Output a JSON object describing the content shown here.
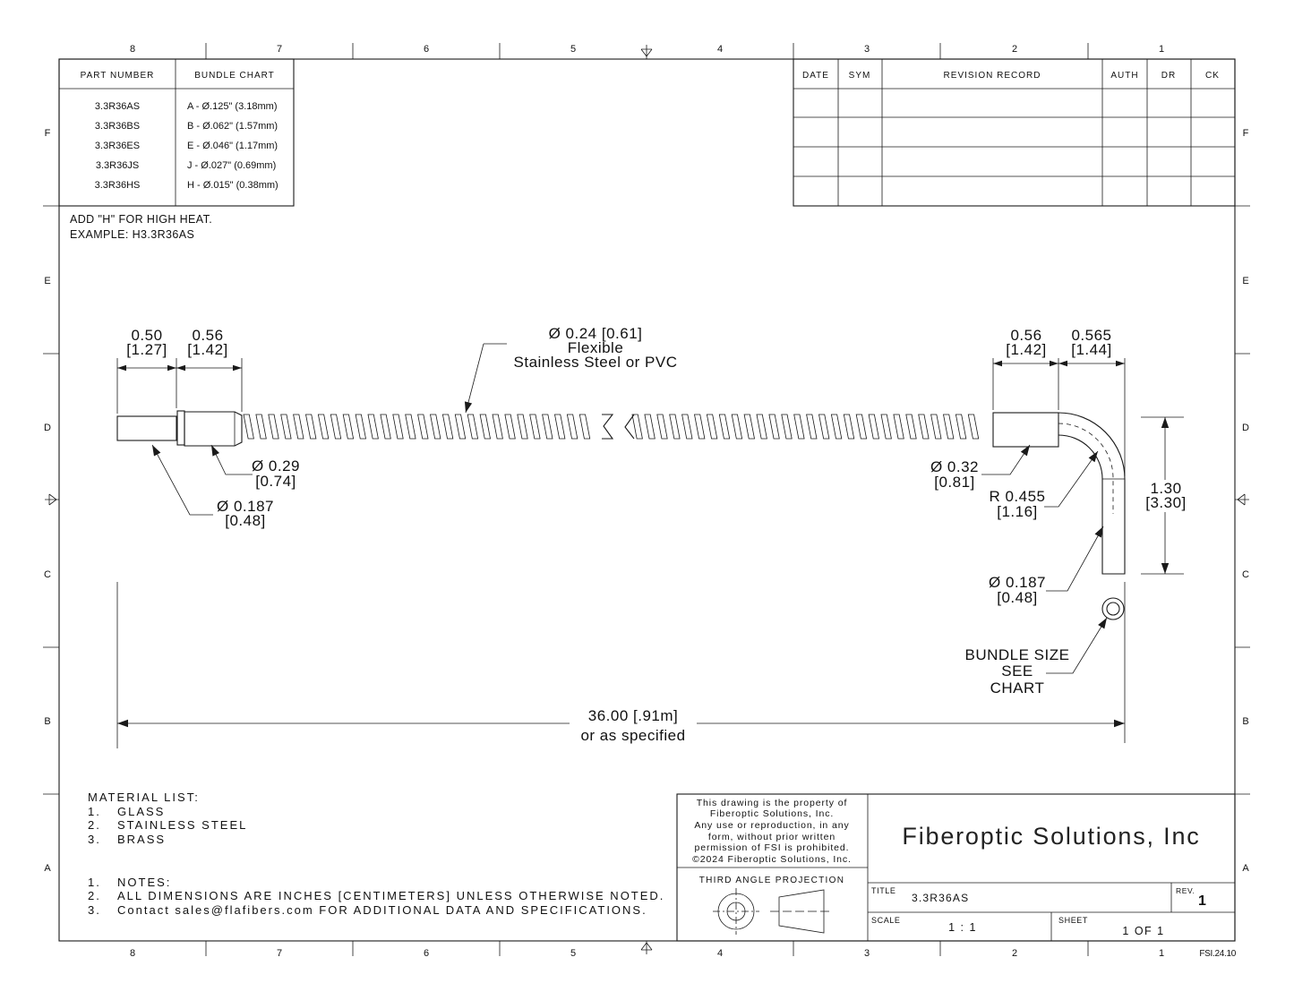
{
  "zone_columns": [
    "8",
    "7",
    "6",
    "5",
    "4",
    "3",
    "2",
    "1"
  ],
  "zone_rows": [
    "F",
    "E",
    "D",
    "C",
    "B",
    "A"
  ],
  "part_table": {
    "headers": [
      "PART NUMBER",
      "BUNDLE CHART"
    ],
    "rows": [
      [
        "3.3R36AS",
        "A - Ø.125\" (3.18mm)"
      ],
      [
        "3.3R36BS",
        "B - Ø.062\" (1.57mm)"
      ],
      [
        "3.3R36ES",
        "E - Ø.046\" (1.17mm)"
      ],
      [
        "3.3R36JS",
        "J  - Ø.027\" (0.69mm)"
      ],
      [
        "3.3R36HS",
        "H - Ø.015\" (0.38mm)"
      ]
    ]
  },
  "revision_table": {
    "headers": [
      "DATE",
      "SYM",
      "REVISION RECORD",
      "AUTH",
      "DR",
      "CK"
    ],
    "blank_rows": 4
  },
  "high_heat_note": [
    "ADD \"H\" FOR HIGH HEAT.",
    "EXAMPLE: H3.3R36AS"
  ],
  "dimensions": {
    "tip_len": [
      "0.50",
      "[1.27]"
    ],
    "ferrule_len": [
      "0.56",
      "[1.42]"
    ],
    "sheath": [
      "Ø 0.24 [0.61]",
      "Flexible",
      "Stainless Steel or PVC"
    ],
    "ferrule_dia": [
      "Ø 0.29",
      "[0.74]"
    ],
    "tip_dia": [
      "Ø 0.187",
      "[0.48]"
    ],
    "end_ferrule_len": [
      "0.56",
      "[1.42]"
    ],
    "bend_len": [
      "0.565",
      "[1.44]"
    ],
    "end_ferrule_dia": [
      "Ø 0.32",
      "[0.81]"
    ],
    "bend_radius": [
      "R 0.455",
      "[1.16]"
    ],
    "height": [
      "1.30",
      "[3.30]"
    ],
    "end_tip_dia": [
      "Ø 0.187",
      "[0.48]"
    ],
    "bundle_size": [
      "BUNDLE SIZE",
      "SEE",
      "CHART"
    ],
    "overall": [
      "36.00 [.91m]",
      "or as specified"
    ]
  },
  "material_list": {
    "title": "MATERIAL LIST:",
    "items": [
      [
        "1.",
        "GLASS"
      ],
      [
        "2.",
        "STAINLESS STEEL"
      ],
      [
        "3.",
        "BRASS"
      ]
    ]
  },
  "notes": [
    [
      "1.",
      "NOTES:"
    ],
    [
      "2.",
      "ALL DIMENSIONS ARE INCHES [CENTIMETERS] UNLESS OTHERWISE NOTED."
    ],
    [
      "3.",
      "Contact sales@flafibers.com FOR ADDITIONAL DATA AND SPECIFICATIONS."
    ]
  ],
  "property_notice": [
    "This drawing is the property of",
    "Fiberoptic Solutions, Inc.",
    "Any use or reproduction, in any",
    "form, without prior written",
    "permission of FSI is prohibited.",
    "©2024 Fiberoptic Solutions, Inc."
  ],
  "projection_label": "THIRD ANGLE PROJECTION",
  "company_name": "Fiberoptic Solutions, Inc",
  "title_block": {
    "title_label": "TITLE",
    "title_value": "3.3R36AS",
    "rev_label": "REV.",
    "rev_value": "1",
    "scale_label": "SCALE",
    "scale_value": "1 : 1",
    "sheet_label": "SHEET",
    "sheet_value": "1  OF 1"
  },
  "drawing_code": "FSI.24.10"
}
